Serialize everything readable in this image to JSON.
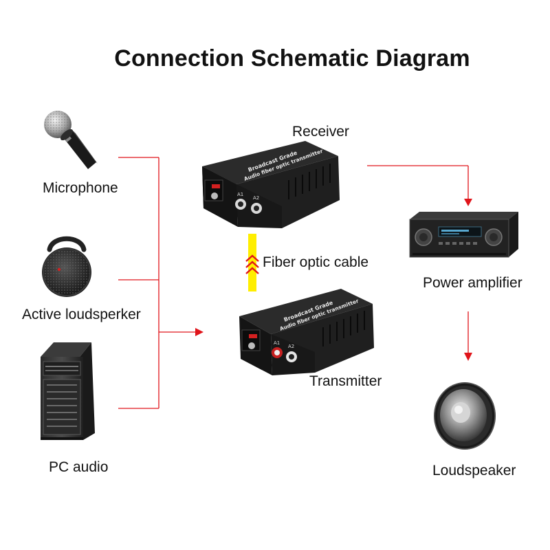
{
  "title": "Connection Schematic Diagram",
  "colors": {
    "line": "#e0141a",
    "cable_yellow": "#ffee00",
    "cable_chevron": "#e0141a",
    "device_body": "#141414"
  },
  "nodes": {
    "microphone": {
      "label": "Microphone",
      "icon": "microphone-icon"
    },
    "active_loudspeaker": {
      "label": "Active loudsperker",
      "icon": "portable-speaker-icon"
    },
    "pc_audio": {
      "label": "PC audio",
      "icon": "pc-tower-icon"
    },
    "receiver": {
      "label": "Receiver",
      "icon": "fiber-converter-icon"
    },
    "transmitter": {
      "label": "Transmitter",
      "icon": "fiber-converter-icon"
    },
    "fiber_cable": {
      "label": "Fiber optic cable",
      "icon": "cable-icon"
    },
    "power_amplifier": {
      "label": "Power amplifier",
      "icon": "amplifier-icon"
    },
    "loudspeaker": {
      "label": "Loudspeaker",
      "icon": "speaker-driver-icon"
    }
  },
  "device_print": {
    "line1": "Broadcast Grade",
    "line2": "Audio fiber optic transmitter",
    "port_a1": "A1",
    "port_a2": "A2"
  }
}
